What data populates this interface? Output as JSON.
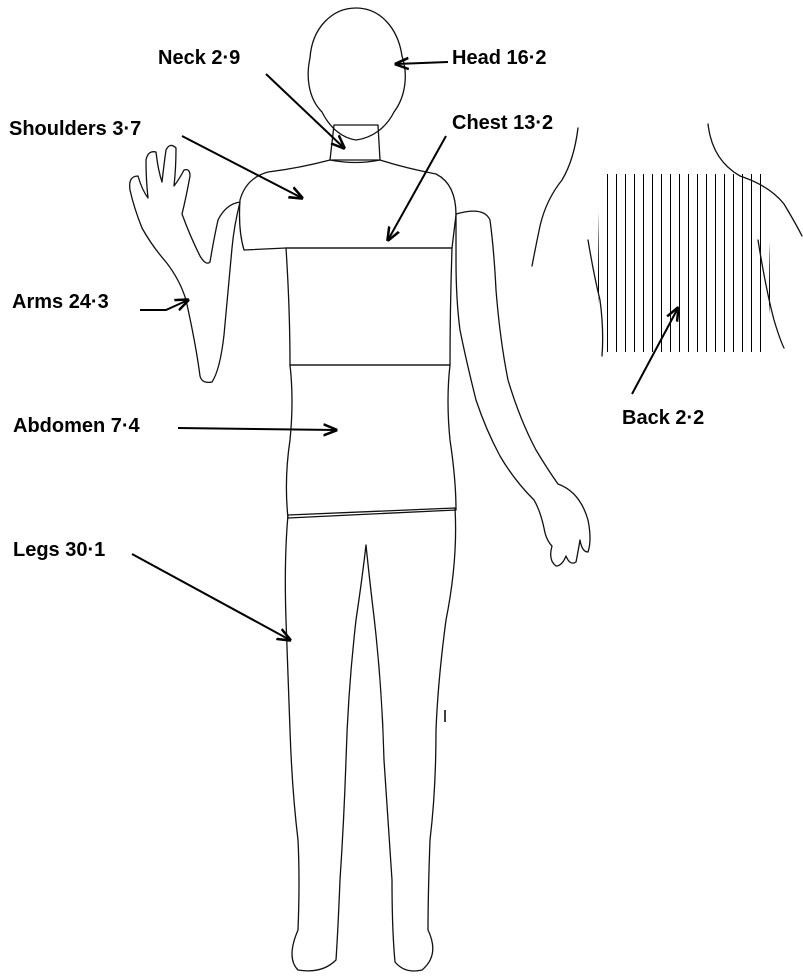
{
  "labels": {
    "neck": "Neck 2·9",
    "head": "Head 16·2",
    "shoulders": "Shoulders 3·7",
    "chest": "Chest 13·2",
    "arms": "Arms 24·3",
    "abdomen": "Abdomen 7·4",
    "legs": "Legs 30·1",
    "back": "Back 2·2"
  },
  "regions": [
    {
      "name": "Head",
      "value": 16.2
    },
    {
      "name": "Neck",
      "value": 2.9
    },
    {
      "name": "Shoulders",
      "value": 3.7
    },
    {
      "name": "Chest",
      "value": 13.2
    },
    {
      "name": "Arms",
      "value": 24.3
    },
    {
      "name": "Abdomen",
      "value": 7.4
    },
    {
      "name": "Legs",
      "value": 30.1
    },
    {
      "name": "Back",
      "value": 2.2
    }
  ],
  "colors": {
    "ink": "#000000",
    "paper": "#ffffff"
  }
}
